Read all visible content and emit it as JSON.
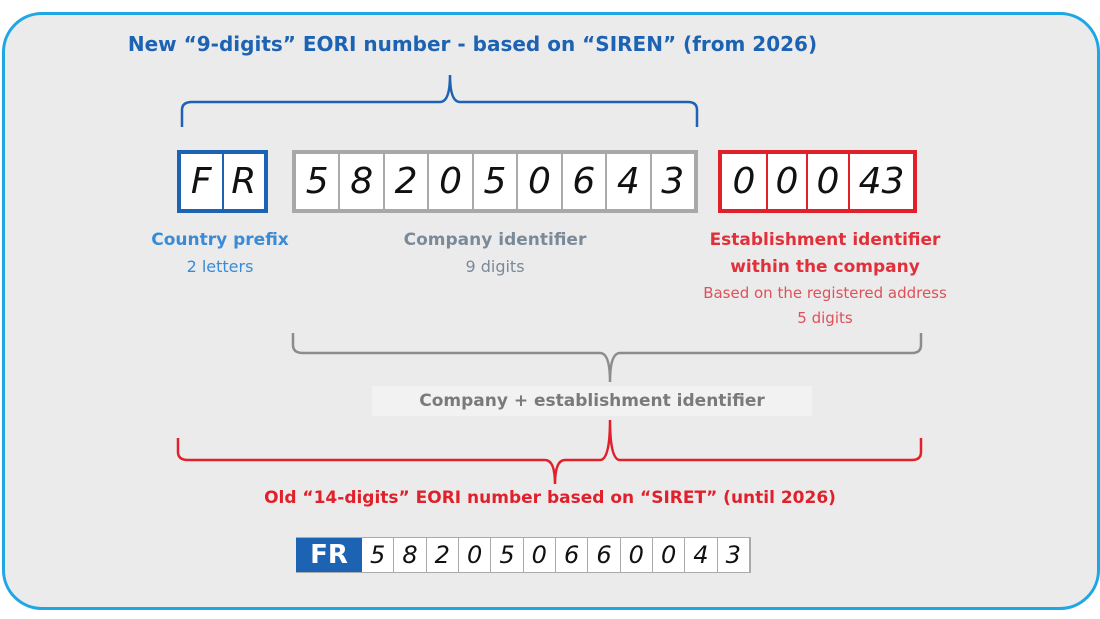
{
  "title": "New “9-digits” EORI number - based on “SIREN” (from 2026)",
  "country": {
    "cells": [
      "F",
      "R"
    ],
    "label": "Country prefix",
    "sub": "2 letters"
  },
  "company": {
    "cells": [
      "5",
      "8",
      "2",
      "0",
      "5",
      "0",
      "6",
      "4",
      "3"
    ],
    "label": "Company identifier",
    "sub": "9 digits"
  },
  "establishment": {
    "cells": [
      "0",
      "0",
      "0",
      "43"
    ],
    "label1": "Establishment identifier",
    "label2": "within the company",
    "sub1": "Based on the registered address",
    "sub2": "5 digits"
  },
  "combined_label": "Company + establishment identifier",
  "old_title": "Old “14-digits” EORI number based on “SIRET” (until 2026)",
  "old_number": {
    "prefix": "FR",
    "cells": [
      "5",
      "8",
      "2",
      "0",
      "5",
      "0",
      "6",
      "6",
      "0",
      "0",
      "4",
      "3"
    ]
  },
  "colors": {
    "blue": "#1d63b3",
    "gray": "#9a9a9a",
    "red": "#e0202a",
    "frame": "#1ea7e4"
  }
}
